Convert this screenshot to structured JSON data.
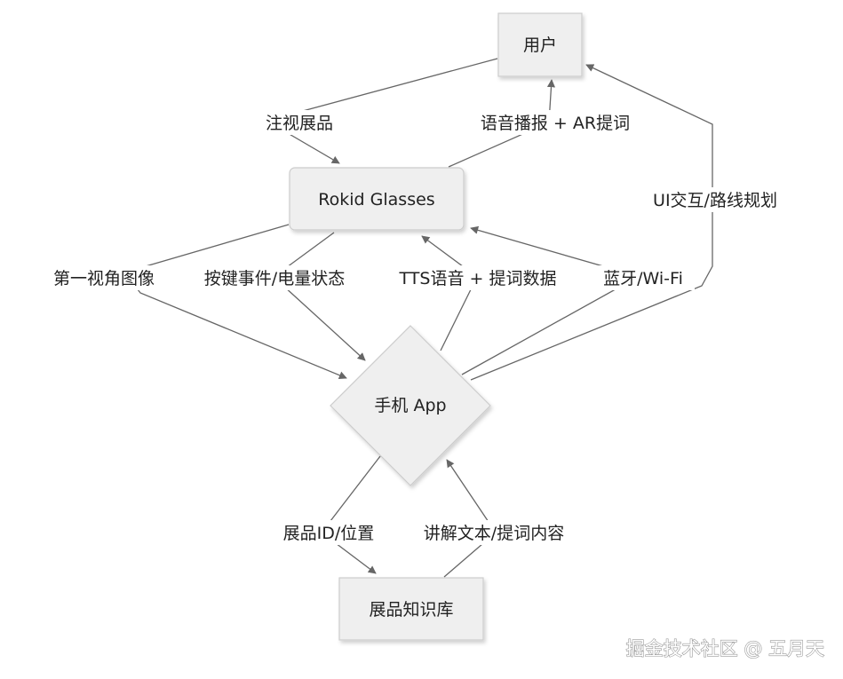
{
  "nodes": {
    "user": "用户",
    "glasses": "Rokid Glasses",
    "phone": "手机 App",
    "kb": "展品知识库"
  },
  "edges": {
    "user_to_glasses": "注视展品",
    "glasses_to_user": "语音播报 + AR提词",
    "phone_to_user": "UI交互/路线规划",
    "glasses_to_phone_image": "第一视角图像",
    "glasses_to_phone_events": "按键事件/电量状态",
    "phone_to_glasses_tts": "TTS语音 + 提词数据",
    "phone_glasses_link": "蓝牙/Wi-Fi",
    "phone_to_kb": "展品ID/位置",
    "kb_to_phone": "讲解文本/提词内容"
  },
  "watermark": "掘金技术社区 @ 五月天",
  "colors": {
    "node_fill": "#efefef",
    "node_stroke": "#cccccc",
    "edge": "#666666",
    "text": "#222222"
  }
}
